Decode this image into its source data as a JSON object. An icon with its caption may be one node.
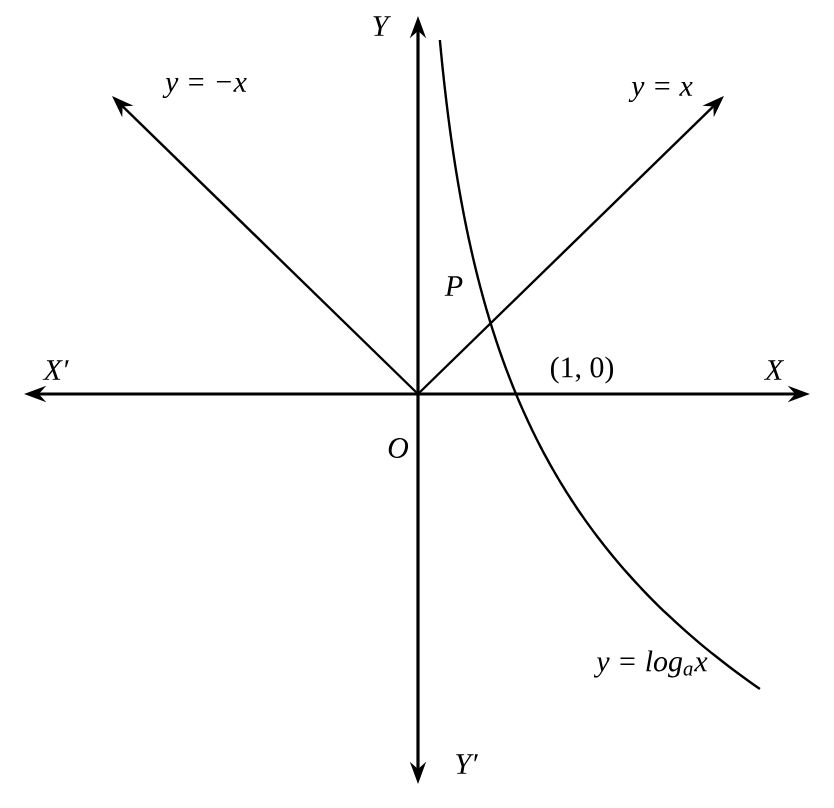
{
  "diagram": {
    "labels": [
      "Y",
      "y = −x",
      "y = x",
      "P",
      "X′",
      "(1, 0)",
      "X",
      "O",
      "y = log$_{a}$x",
      "Y′"
    ]
  }
}
